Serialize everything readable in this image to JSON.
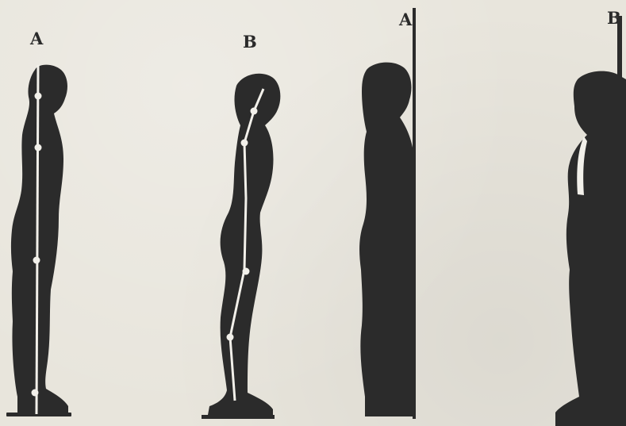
{
  "figures": [
    {
      "id": "fig-a-left",
      "label": "A"
    },
    {
      "id": "fig-b-left",
      "label": "B"
    },
    {
      "id": "fig-a-right",
      "label": "A"
    },
    {
      "id": "fig-b-right",
      "label": "B"
    }
  ],
  "colors": {
    "paper": "#e8e5dc",
    "silhouette": "#2b2b2b",
    "plumb_line": "#f2f0ea",
    "label": "#2a2a2a"
  }
}
